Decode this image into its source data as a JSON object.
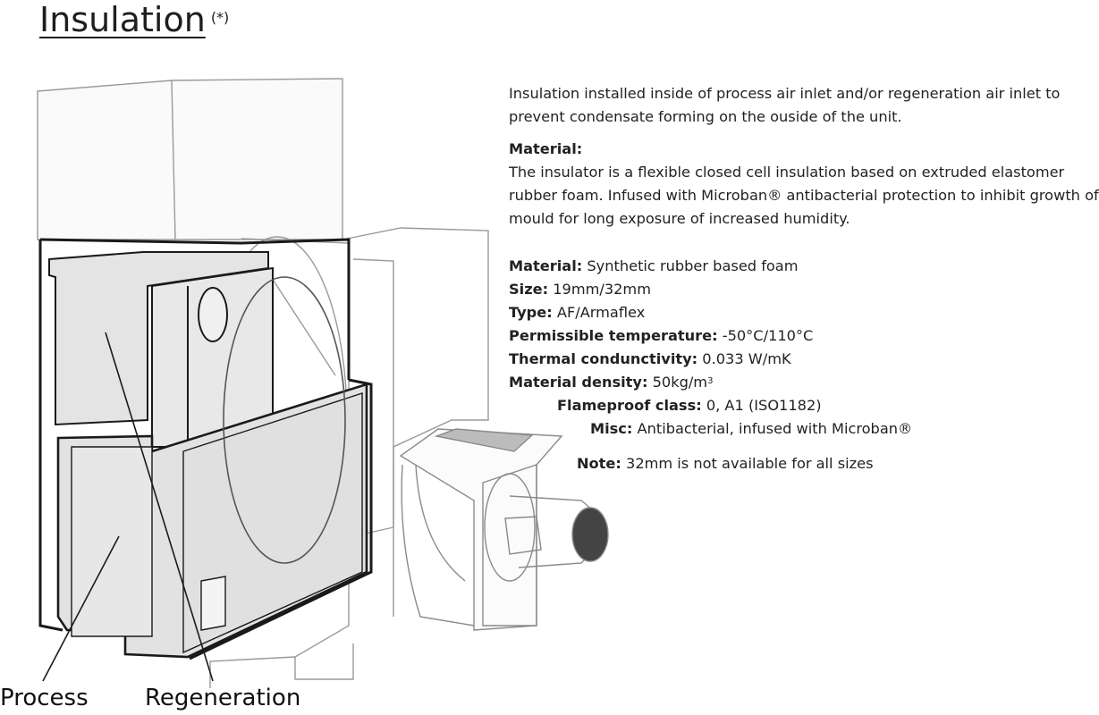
{
  "title": {
    "text": "Insulation",
    "marker": "(*)"
  },
  "intro": "Insulation installed inside of process air inlet and/or regeneration air inlet to prevent condensate forming on the ouside of the unit.",
  "material_section": {
    "heading": "Material:",
    "body": "The insulator is a flexible closed cell insulation based on extruded elastomer rubber foam. Infused with Microban® antibacterial protection to inhibit growth of mould for long exposure of increased humidity."
  },
  "specs": [
    {
      "label": "Material:",
      "value": "Synthetic rubber based foam"
    },
    {
      "label": "Size:",
      "value": "19mm/32mm"
    },
    {
      "label": "Type:",
      "value": "AF/Armaflex"
    },
    {
      "label": "Permissible temperature:",
      "value": "-50°C/110°C"
    },
    {
      "label": "Thermal condunctivity:",
      "value": "0.033 W/mK"
    },
    {
      "label": "Material density:",
      "value": "50kg/m",
      "sup": "3"
    },
    {
      "label": "Flameproof class:",
      "value": "0, A1 (ISO1182)"
    },
    {
      "label": "Misc:",
      "value": "Antibacterial, infused with Microban®"
    },
    {
      "label": "Note:",
      "value": "32mm is not available for all sizes"
    }
  ],
  "diagram_labels": {
    "process": "Process",
    "regeneration": "Regeneration"
  },
  "colors": {
    "insulation_fill": "#e4e4e4",
    "outline": "#1a1a1a",
    "ghost_line": "#9a9a9a"
  }
}
